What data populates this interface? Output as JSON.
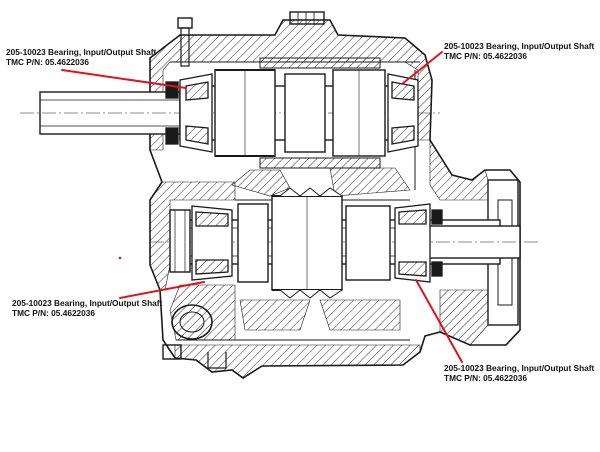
{
  "callouts": [
    {
      "id": "top-left",
      "line1": "205-10023 Bearing, Input/Output Shaft",
      "line2": "TMC P/N: 05.4622036"
    },
    {
      "id": "top-right",
      "line1": "205-10023 Bearing, Input/Output Shaft",
      "line2": "TMC P/N: 05.4622036"
    },
    {
      "id": "bottom-left",
      "line1": "205-10023 Bearing, Input/Output Shaft",
      "line2": "TMC P/N: 05.4622036"
    },
    {
      "id": "bottom-right",
      "line1": "205-10023 Bearing, Input/Output Shaft",
      "line2": "TMC P/N: 05.4622036"
    }
  ],
  "colors": {
    "leader_line": "#e0141c",
    "drawing_line": "#1a1a1a",
    "background": "#ffffff"
  }
}
